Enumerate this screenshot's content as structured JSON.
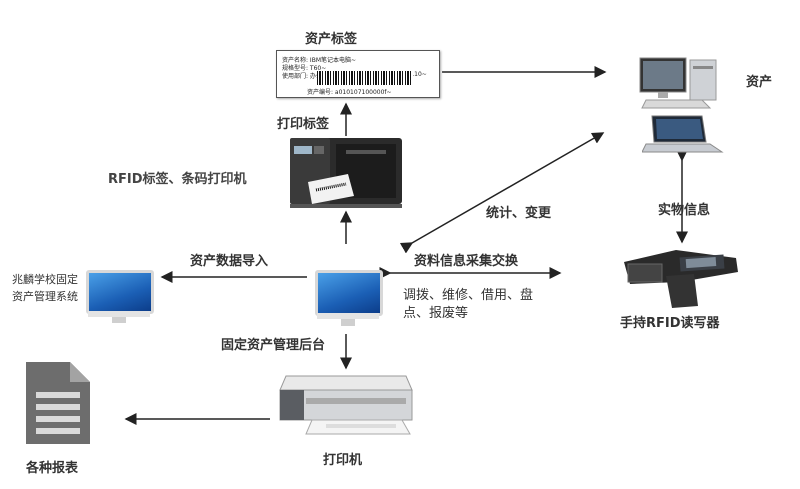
{
  "title_asset_label": "资产标签",
  "tag": {
    "line1": "资产名称: IBM笔记本电脑~",
    "line2": "规格型号: T60~",
    "line3a": "使用部门: 办公室",
    "line3b": "2007.10~",
    "line4": "资产编号: a010107100000f~"
  },
  "print_label": "打印标签",
  "rfid_printer": "RFID标签、条码打印机",
  "asset": "资产",
  "stats_change": "统计、变更",
  "physical_info": "实物信息",
  "data_import": "资产数据导入",
  "school_system": {
    "line1": "兆麟学校固定",
    "line2": "资产管理系统"
  },
  "data_exchange": "资料信息采集交换",
  "operations": {
    "line1": "调拨、维修、借用、盘",
    "line2": "点、报废等"
  },
  "handheld": "手持RFID读写器",
  "backend": "固定资产管理后台",
  "reports": "各种报表",
  "printer": "打印机",
  "colors": {
    "arrow": "#222222",
    "screen": "#2a7ad0"
  }
}
